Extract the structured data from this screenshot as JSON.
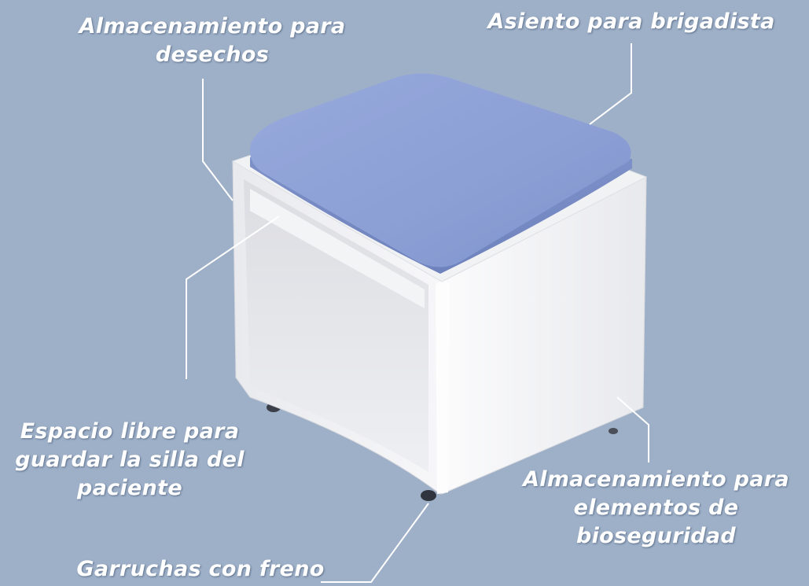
{
  "annotations": {
    "waste_storage": [
      "Almacenamiento para",
      "desechos"
    ],
    "seat": [
      "Asiento para brigadista"
    ],
    "free_space": [
      "Espacio libre para",
      "guardar la silla del",
      "paciente"
    ],
    "biosafety_storage": [
      "Almacenamiento para",
      "elementos de",
      "bioseguridad"
    ],
    "wheels": [
      "Garruchas con freno"
    ]
  },
  "colors": {
    "background": "#9eb0c8",
    "seat_cushion": "#8fa2d6",
    "cabinet_body": "#f4f5f7",
    "label_text": "#ffffff",
    "leader_line": "#ffffff"
  }
}
